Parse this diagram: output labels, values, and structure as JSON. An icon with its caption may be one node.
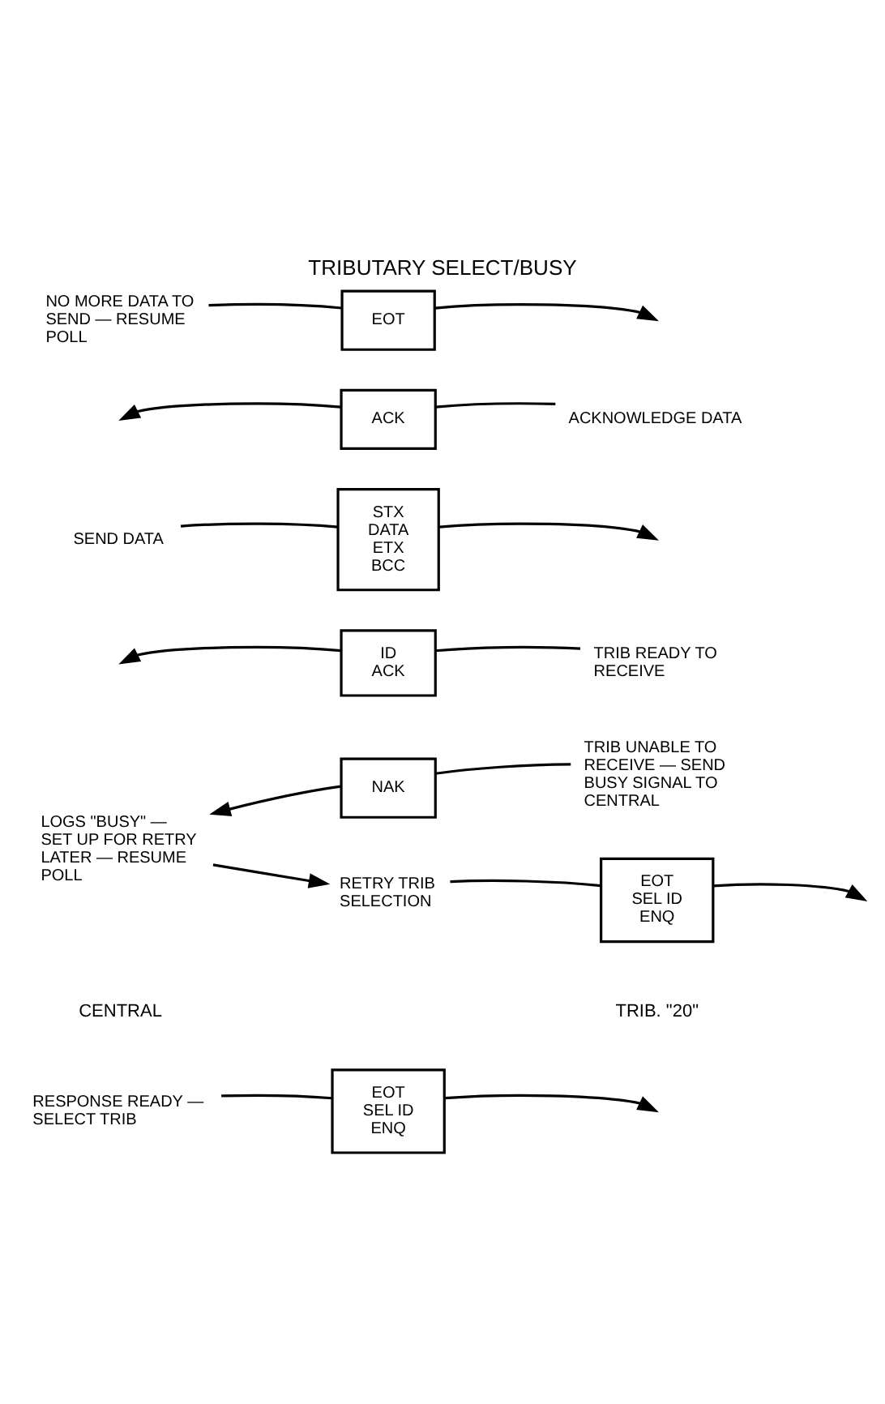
{
  "diagram": {
    "title": "TRIBUTARY SELECT/BUSY",
    "nodes": [
      {
        "text": [
          "RESPONSE READY — SELECT TRIB"
        ]
      },
      {
        "text": [
          "EOT",
          "SEL ID",
          "ENQ"
        ]
      },
      {
        "text": [
          "LOGS \"BUSY\" — SET UP FOR RETRY LATER — RESUME POLL"
        ]
      },
      {
        "text": [
          "NAK"
        ]
      },
      {
        "text": [
          "TRIB UNABLE TO RECEIVE — SEND BUSY SIGNAL TO CENTRAL"
        ]
      },
      {
        "text": [
          "RETRY TRIB SELECTION"
        ]
      },
      {
        "text": [
          "EOT",
          "SEL ID",
          "ENQ"
        ]
      },
      {
        "text": [
          "ID",
          "ACK"
        ]
      },
      {
        "text": [
          "TRIB READY TO RECEIVE"
        ]
      },
      {
        "text": [
          "SEND DATA"
        ]
      },
      {
        "text": [
          "STX",
          "DATA",
          "ETX",
          "BCC"
        ]
      },
      {
        "text": [
          "ACK"
        ]
      },
      {
        "text": [
          "ACKNOWLEDGE DATA"
        ]
      },
      {
        "text": [
          "NO MORE DATA TO SEND — RESUME POLL"
        ]
      },
      {
        "text": [
          "EOT"
        ]
      }
    ],
    "edges": [
      {
        "from": 0,
        "to": 1,
        "arrow": "none"
      },
      {
        "from": 1,
        "to": null,
        "arrow": "to"
      },
      {
        "from": 3,
        "to": 2,
        "arrow": "to"
      },
      {
        "from": 4,
        "to": 3,
        "arrow": "none"
      },
      {
        "from": 2,
        "to": 5,
        "arrow": "to"
      },
      {
        "from": 5,
        "to": 6,
        "arrow": "none"
      },
      {
        "from": 6,
        "to": null,
        "arrow": "to"
      },
      {
        "from": 8,
        "to": 7,
        "arrow": "none"
      },
      {
        "from": 7,
        "to": null,
        "arrow": "to"
      },
      {
        "from": 9,
        "to": 10,
        "arrow": "none"
      },
      {
        "from": 10,
        "to": null,
        "arrow": "to"
      },
      {
        "from": 12,
        "to": 11,
        "arrow": "none"
      },
      {
        "from": 11,
        "to": null,
        "arrow": "to"
      },
      {
        "from": 13,
        "to": 14,
        "arrow": "none"
      },
      {
        "from": 14,
        "to": null,
        "arrow": "to"
      }
    ],
    "labels": [
      "CENTRAL",
      "TRIB. \"20\""
    ]
  }
}
